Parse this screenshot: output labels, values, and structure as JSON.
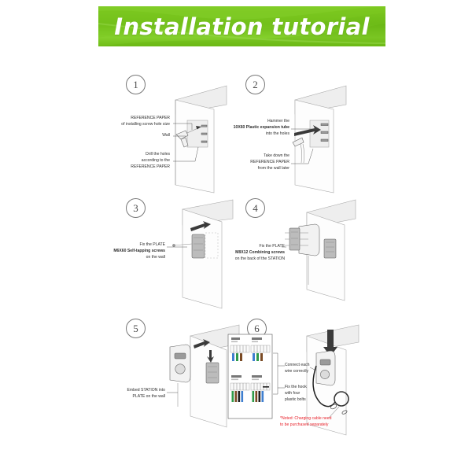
{
  "header": {
    "title": "Installation tutorial",
    "accent_color": "#6dbb17"
  },
  "steps": [
    {
      "number": "1",
      "captions": [
        {
          "lines": [
            "REFERENCE PAPER",
            "of installing screw hole size"
          ],
          "bold": []
        },
        {
          "lines": [
            "Wall"
          ],
          "bold": []
        },
        {
          "lines": [
            "Drill the holes",
            "according to the",
            "REFERENCE PAPER"
          ],
          "bold": []
        }
      ]
    },
    {
      "number": "2",
      "captions": [
        {
          "lines": [
            "Hammer the",
            "10X60 Plastic expansion tube",
            "into the holes"
          ],
          "bold": [
            "10X60 Plastic expansion tube"
          ]
        },
        {
          "lines": [
            "Take down the",
            "REFERENCE PAPER",
            "from the wall later"
          ],
          "bold": []
        }
      ]
    },
    {
      "number": "3",
      "captions": [
        {
          "lines": [
            "Fix the PLATE",
            "M6X60 Self-tapping screws",
            "on the wall"
          ],
          "bold": [
            "M6X60 Self-tapping screws"
          ]
        }
      ]
    },
    {
      "number": "4",
      "captions": [
        {
          "lines": [
            "Fix the PLATE",
            "M8X12 Combining screws",
            "on the back of the STATION"
          ],
          "bold": [
            "M8X12 Combining screws"
          ]
        }
      ]
    },
    {
      "number": "5",
      "captions": [
        {
          "lines": [
            "Embed STATION into",
            "PLATE on the wall"
          ],
          "bold": []
        }
      ]
    },
    {
      "number": "6",
      "captions": [
        {
          "lines": [
            "Connect each",
            "wire correctly"
          ],
          "bold": []
        },
        {
          "lines": [
            "Fix the hook",
            "with four",
            "plastic bolts"
          ],
          "bold": []
        },
        {
          "lines": [
            "*Noted: Charging cable need",
            "to be purchased separately"
          ],
          "bold": [],
          "color": "#e8212a"
        }
      ]
    }
  ],
  "step1": {
    "label_reference_paper_l1": "REFERENCE PAPER",
    "label_reference_paper_l2": "of installing screw hole size",
    "label_wall": "Wall",
    "label_drill_l1": "Drill the holes",
    "label_drill_l2": "according to the",
    "label_drill_l3": "REFERENCE PAPER"
  },
  "step2": {
    "label_hammer_l1": "Hammer the",
    "label_hammer_l2": "10X60 Plastic expansion tube",
    "label_hammer_l3": "into the holes",
    "label_take_l1": "Take down the",
    "label_take_l2": "REFERENCE PAPER",
    "label_take_l3": "from the wall later"
  },
  "step3": {
    "label_l1": "Fix the PLATE",
    "label_l2": "M6X60 Self-tapping screws",
    "label_l3": "on the wall"
  },
  "step4": {
    "label_l1": "Fix the PLATE",
    "label_l2": "M8X12 Combining screws",
    "label_l3": "on the back of the STATION"
  },
  "step5": {
    "label_l1": "Embed STATION into",
    "label_l2": "PLATE on the wall"
  },
  "step6": {
    "label_connect_l1": "Connect each",
    "label_connect_l2": "wire correctly",
    "label_hook_l1": "Fix the hook",
    "label_hook_l2": "with four",
    "label_hook_l3": "plastic bolts",
    "note_l1": "*Noted: Charging cable need",
    "note_l2": "to be purchased separately",
    "wiring_chart": {
      "quadrants": [
        {
          "position": "top-left",
          "wire_colors": [
            "#3f7fd0",
            "#2f9b4a",
            "#7a4a24"
          ]
        },
        {
          "position": "top-right",
          "wire_colors": [
            "#3f7fd0",
            "#2f9b4a",
            "#7a4a24"
          ]
        },
        {
          "position": "bottom-left",
          "wire_colors": [
            "#2f9b4a",
            "#7a4a24",
            "#222222",
            "#3f7fd0"
          ]
        },
        {
          "position": "bottom-right",
          "wire_colors": [
            "#2f9b4a",
            "#7a4a24",
            "#222222",
            "#3f7fd0"
          ]
        }
      ]
    }
  }
}
